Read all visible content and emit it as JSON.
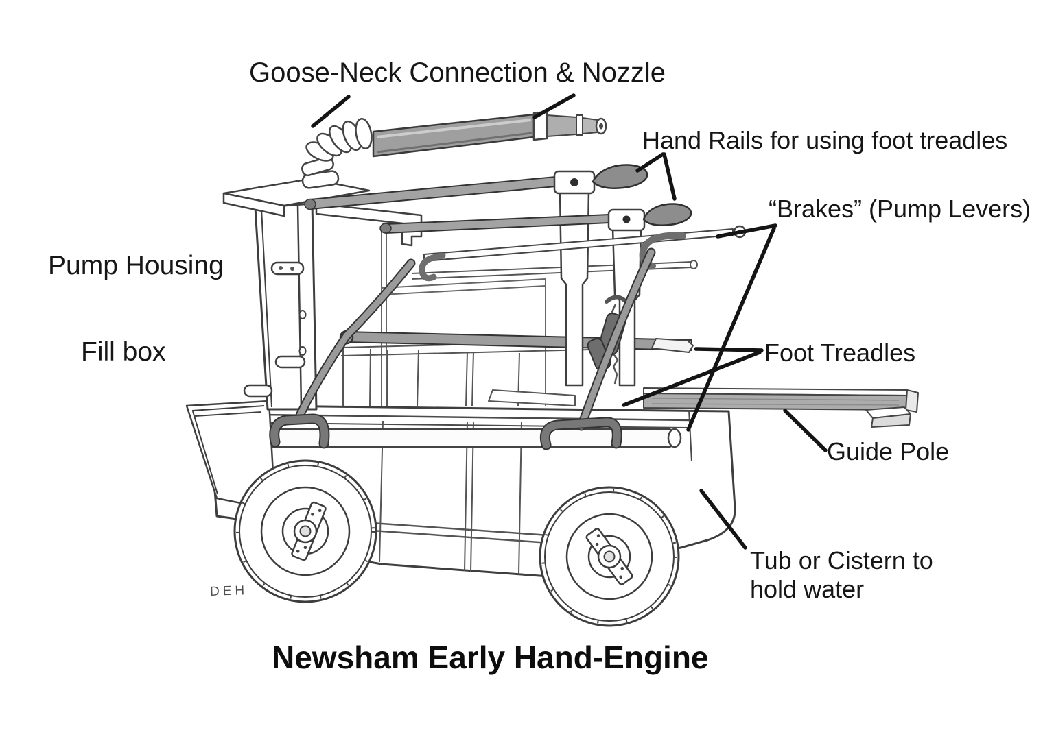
{
  "diagram": {
    "title": "Newsham Early Hand-Engine",
    "artist_signature": "DEH",
    "labels": {
      "goose_neck": "Goose-Neck Connection & Nozzle",
      "hand_rails": "Hand Rails for using foot treadles",
      "brakes": "“Brakes” (Pump Levers)",
      "pump_housing": "Pump Housing",
      "fill_box": "Fill box",
      "foot_treadles": "Foot Treadles",
      "guide_pole": "Guide Pole",
      "tub": "Tub or Cistern to\nhold water"
    },
    "colors": {
      "ink": "#141414",
      "outline": "#3d3d3d",
      "pencil_shade": "#9e9e9e",
      "paper": "#ffffff"
    }
  }
}
